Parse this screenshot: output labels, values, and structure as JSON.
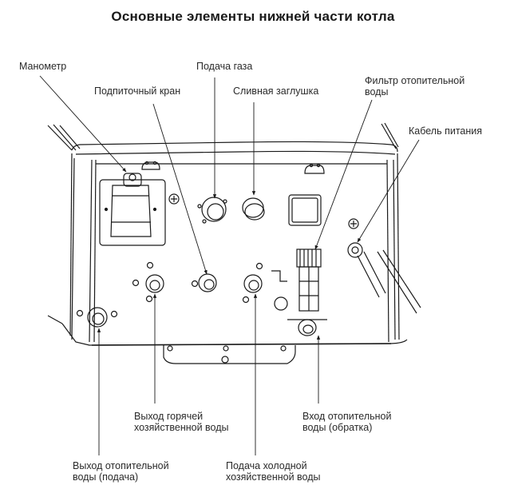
{
  "title": "Основные элементы нижней части котла",
  "labels": {
    "manometer": "Манометр",
    "gas_supply": "Подача газа",
    "makeup_valve": "Подпиточный кран",
    "drain_plug": "Сливная заглушка",
    "heating_filter": [
      "Фильтр отопительной",
      "воды"
    ],
    "power_cable": "Кабель питания",
    "hot_dhw_outlet": [
      "Выход горячей",
      "хозяйственной воды"
    ],
    "heating_return_inlet": [
      "Вход отопительной",
      "воды (обратка)"
    ],
    "heating_supply_outlet": [
      "Выход отопительной",
      "воды (подача)"
    ],
    "cold_dhw_inlet": [
      "Подача холодной",
      "хозяйственной воды"
    ]
  },
  "colors": {
    "line": "#1a1a1a",
    "background": "#ffffff"
  }
}
